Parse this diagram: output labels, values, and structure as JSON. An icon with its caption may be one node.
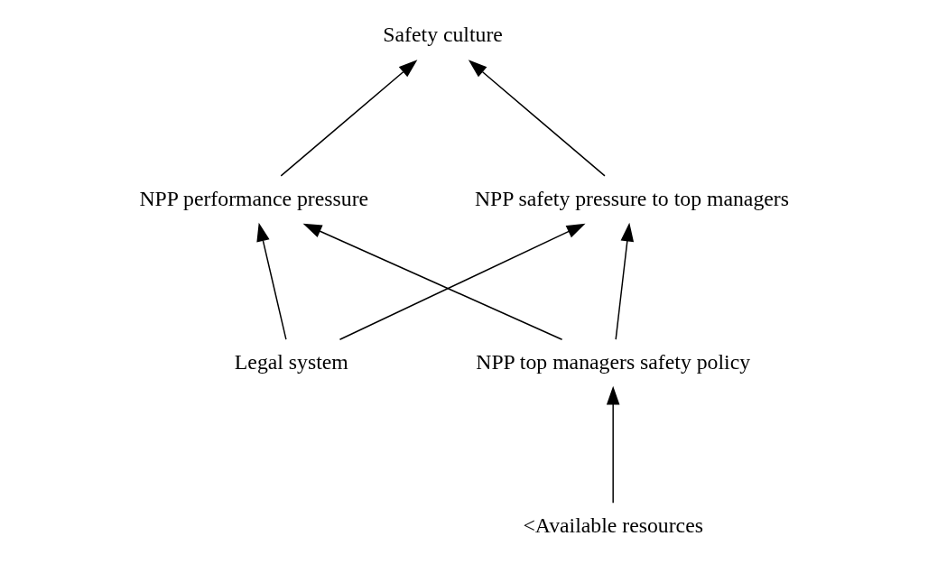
{
  "diagram": {
    "nodes": [
      {
        "text": [
          "Safety culture"
        ]
      },
      {
        "text": [
          "NPP performance pressure"
        ]
      },
      {
        "text": [
          "NPP safety pressure to top managers"
        ]
      },
      {
        "text": [
          "Legal system"
        ]
      },
      {
        "text": [
          "NPP top managers safety policy"
        ]
      },
      {
        "text": [
          "<Available resources"
        ]
      }
    ],
    "edges": [
      {
        "from": 1,
        "to": 0,
        "arrow": "to"
      },
      {
        "from": 2,
        "to": 0,
        "arrow": "to"
      },
      {
        "from": 3,
        "to": 1,
        "arrow": "to"
      },
      {
        "from": 3,
        "to": 2,
        "arrow": "to"
      },
      {
        "from": 4,
        "to": 1,
        "arrow": "to"
      },
      {
        "from": 4,
        "to": 2,
        "arrow": "to"
      },
      {
        "from": 5,
        "to": 4,
        "arrow": "to"
      }
    ]
  }
}
